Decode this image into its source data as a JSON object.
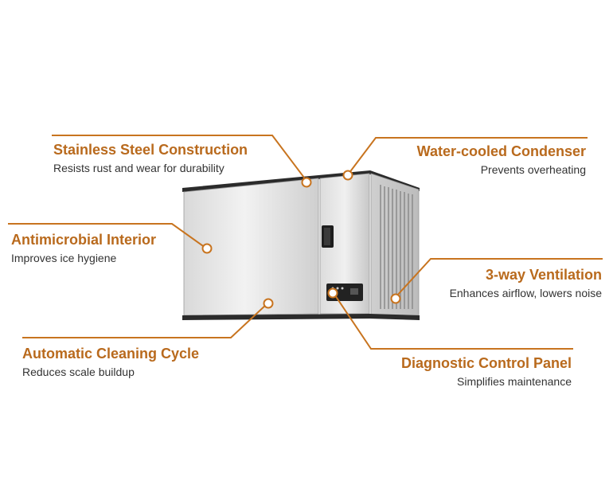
{
  "colors": {
    "accent": "#c8741f",
    "title": "#b96a1d",
    "body_text": "#333333",
    "steel_light": "#e6e6e6",
    "steel_dark": "#bdbdbd",
    "trim": "#2b2b2b"
  },
  "callouts": {
    "stainless": {
      "title": "Stainless Steel Construction",
      "subtitle": "Resists rust and wear for durability"
    },
    "antimicrobial": {
      "title": "Antimicrobial Interior",
      "subtitle": "Improves ice hygiene"
    },
    "cleaning": {
      "title": "Automatic Cleaning Cycle",
      "subtitle": "Reduces scale buildup"
    },
    "condenser": {
      "title": "Water-cooled Condenser",
      "subtitle": "Prevents overheating"
    },
    "ventilation": {
      "title": "3-way Ventilation",
      "subtitle": "Enhances airflow, lowers noise"
    },
    "control_panel": {
      "title": "Diagnostic Control Panel",
      "subtitle": "Simplifies maintenance"
    }
  }
}
